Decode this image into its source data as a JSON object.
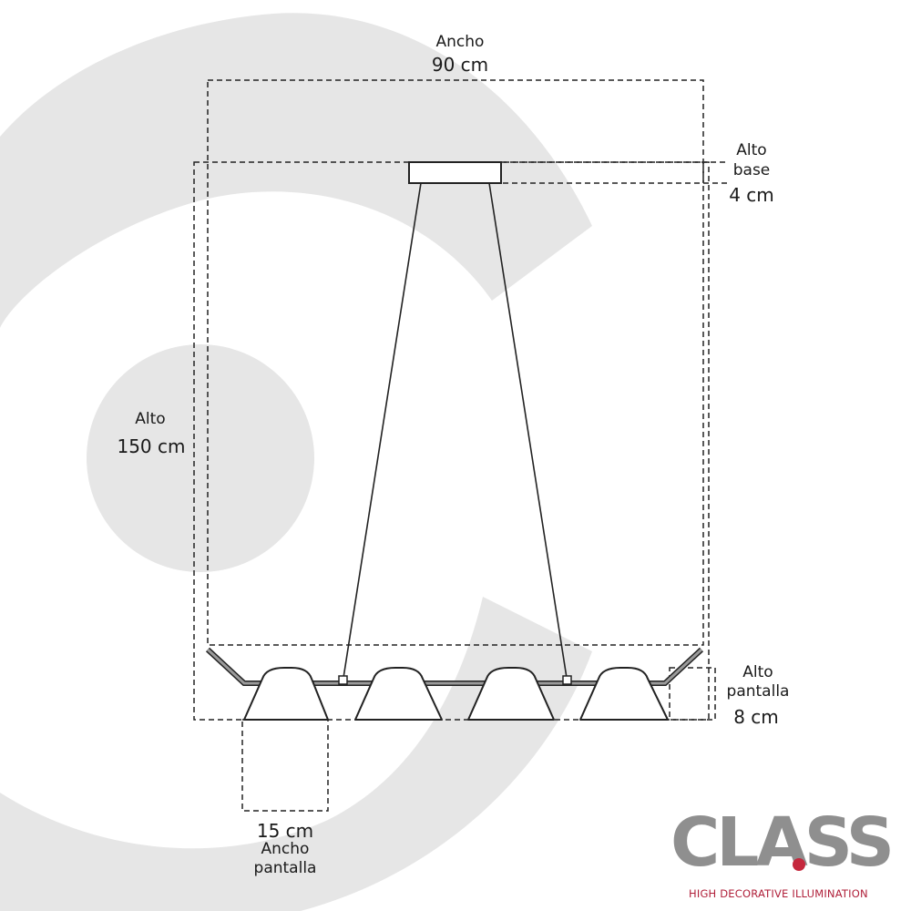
{
  "dimensions": {
    "width": {
      "label": "Ancho",
      "value": "90 cm"
    },
    "height": {
      "label": "Alto",
      "value": "150 cm"
    },
    "base_height": {
      "label_1": "Alto",
      "label_2": "base",
      "value": "4 cm"
    },
    "shade_height": {
      "label_1": "Alto",
      "label_2": "pantalla",
      "value": "8 cm"
    },
    "shade_width": {
      "value": "15 cm",
      "label_1": "Ancho",
      "label_2": "pantalla"
    }
  },
  "brand": {
    "name": "CLASS",
    "tagline": "HIGH DECORATIVE ILLUMINATION",
    "accent_color": "#c5283d"
  },
  "colors": {
    "background_shapes": "#e6e6e6",
    "line": "#222222"
  }
}
